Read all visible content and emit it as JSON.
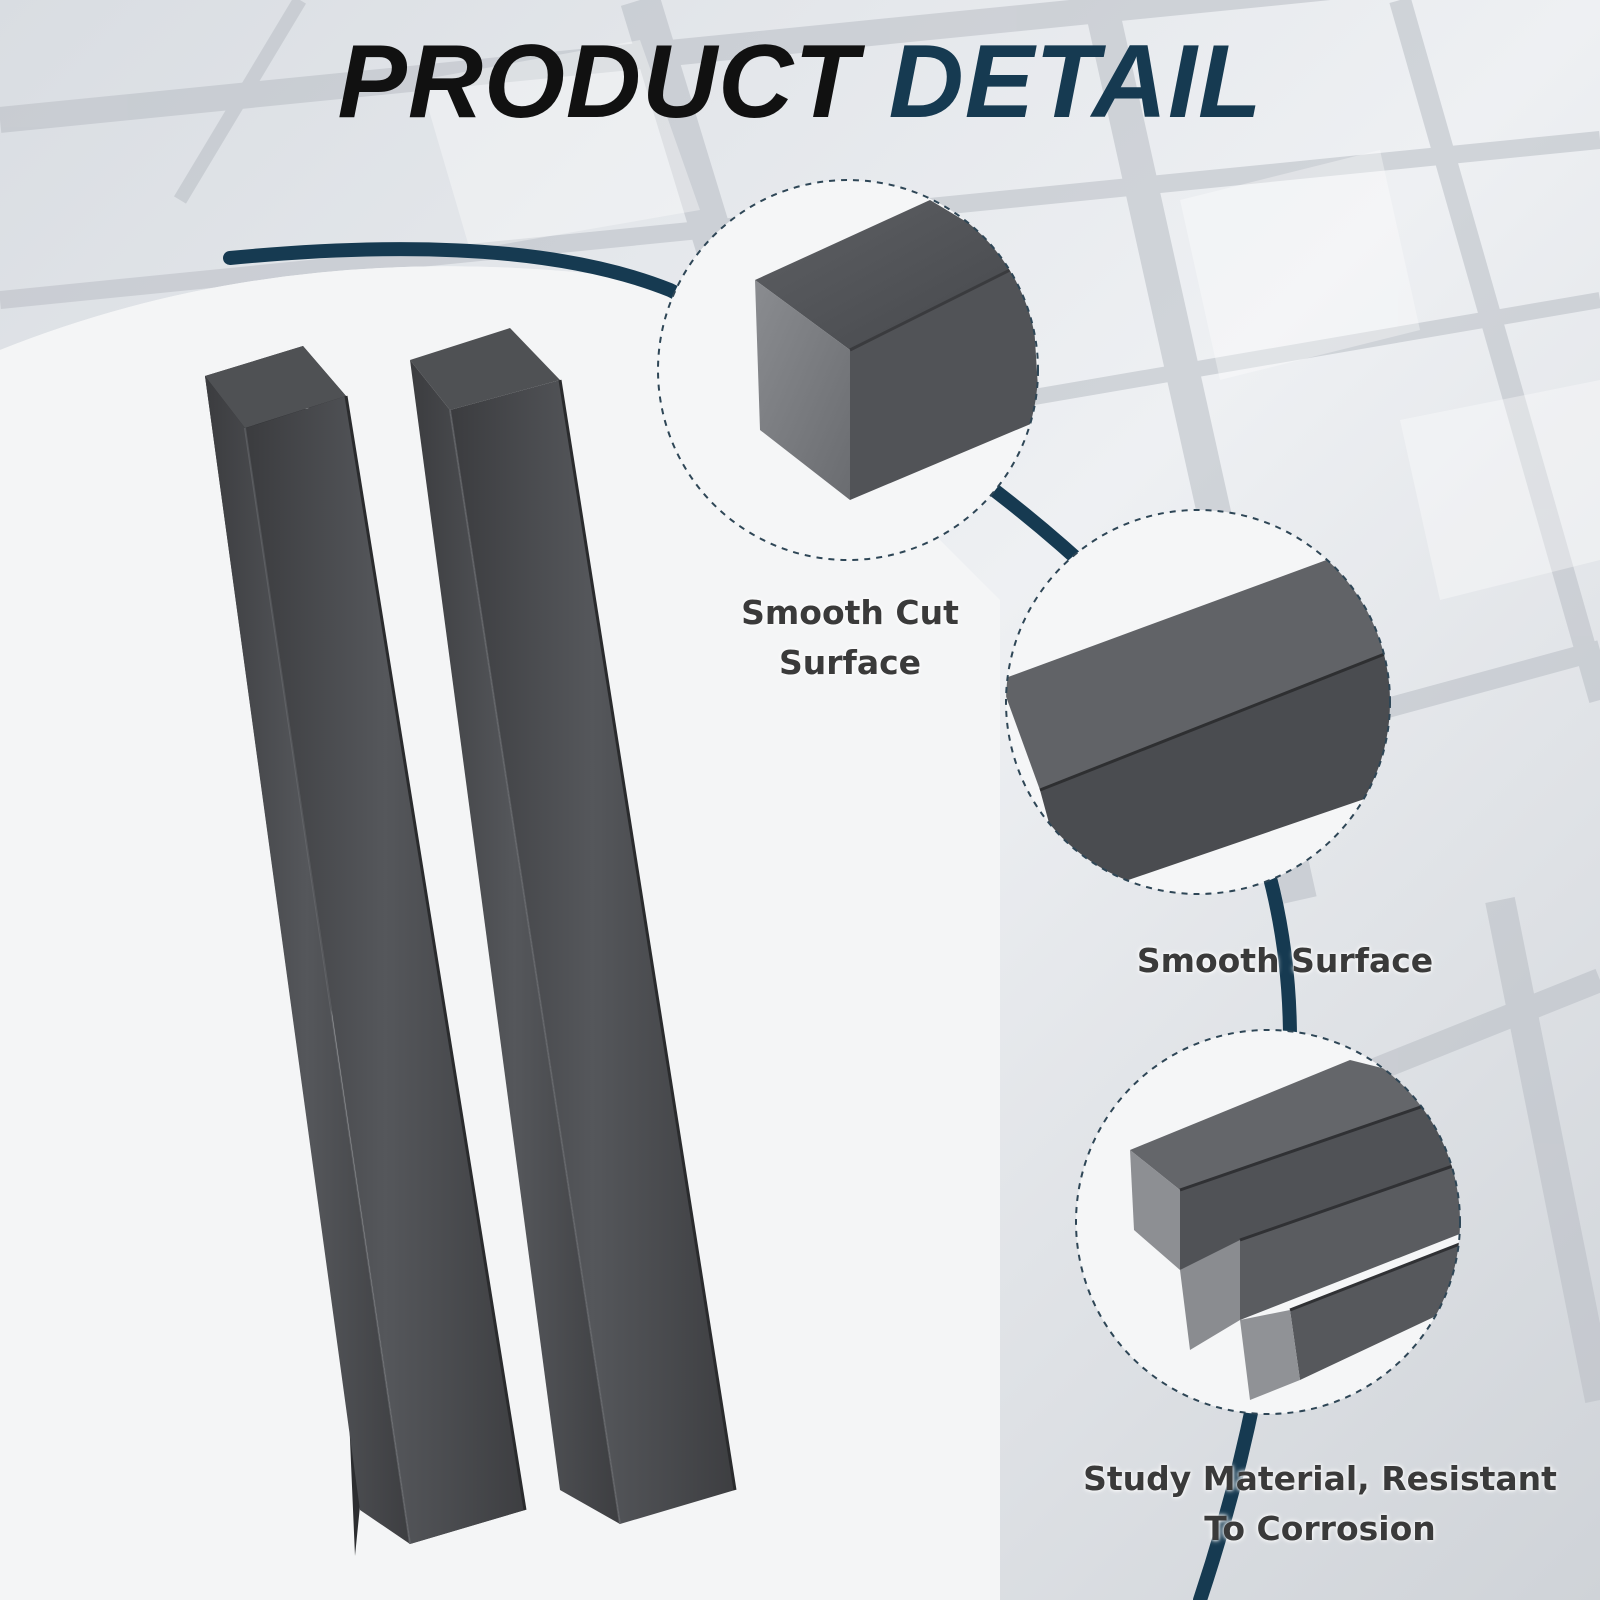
{
  "title": {
    "word1": "PRODUCT",
    "word2": "DETAIL"
  },
  "callouts": [
    {
      "line1": "Smooth Cut",
      "line2": "Surface"
    },
    {
      "line1": "Smooth Surface"
    },
    {
      "line1": "Study Material, Resistant",
      "line2": "To Corrosion"
    }
  ],
  "colors": {
    "accent": "#163a51",
    "title_text": "#111111",
    "caption_text": "#3a3a3a",
    "steel": "#4a4b4e"
  }
}
